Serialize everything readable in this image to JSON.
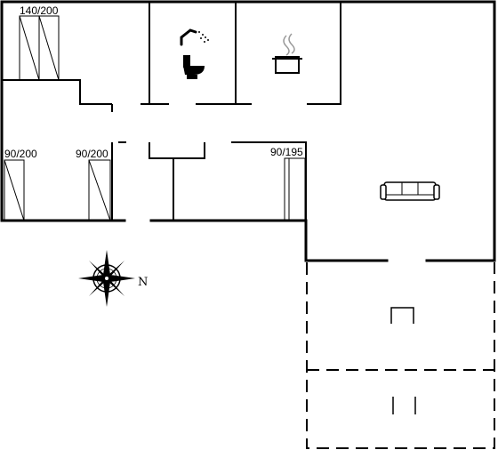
{
  "beds": {
    "bed1": "140/200",
    "bed2": "90/200",
    "bed3": "90/200",
    "bed4": "90/195"
  },
  "compass": {
    "north": "N"
  },
  "icons": [
    "shower-icon",
    "toilet-icon",
    "cooking-pot-icon",
    "sofa-icon",
    "compass-rose-icon"
  ]
}
